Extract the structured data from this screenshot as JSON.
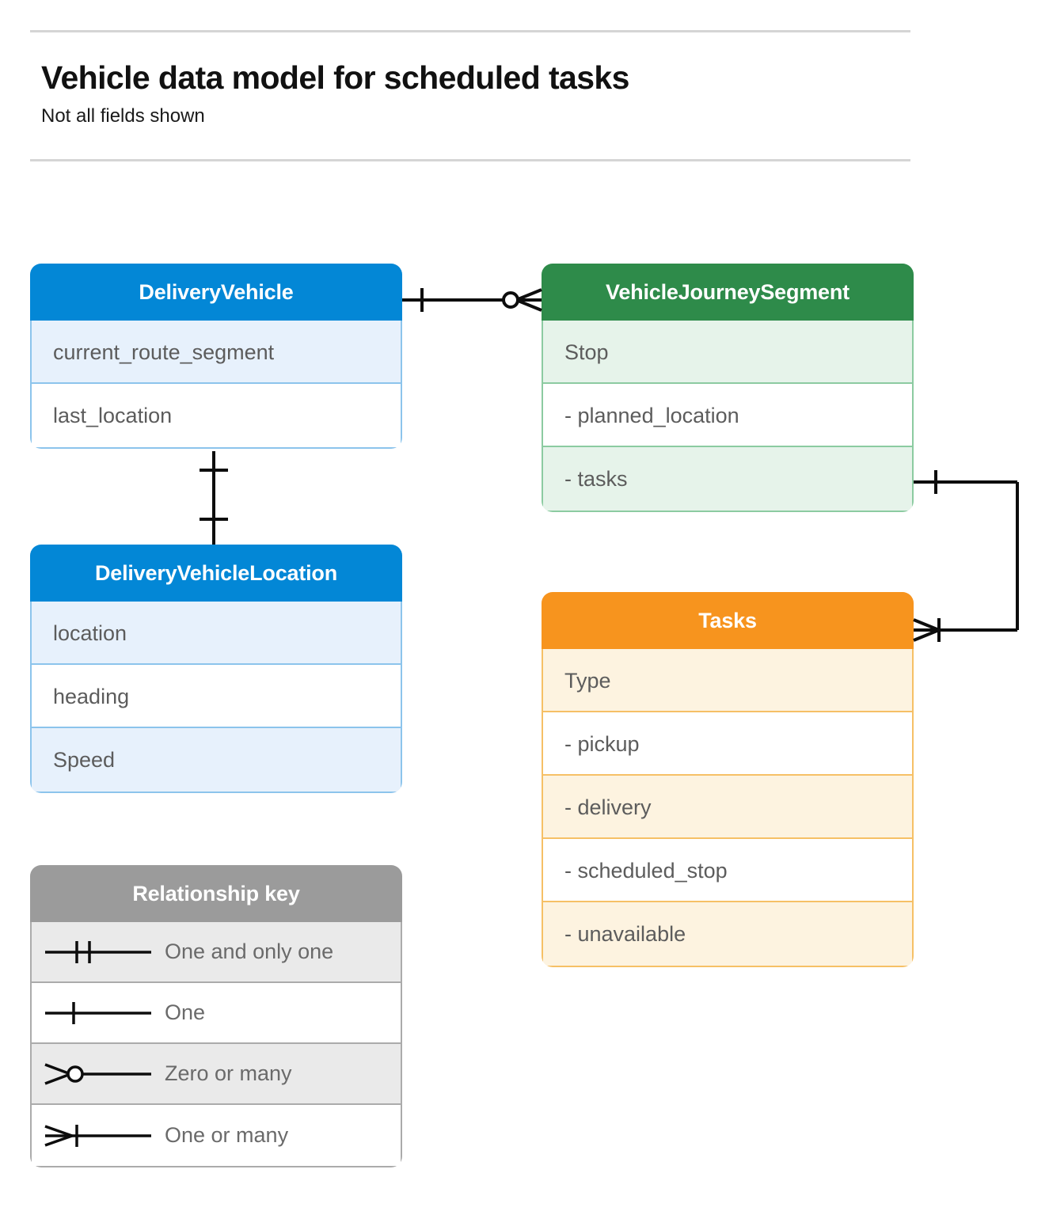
{
  "header": {
    "title": "Vehicle data model for scheduled tasks",
    "subtitle": "Not all fields shown"
  },
  "colors": {
    "blue_header": "#0387d6",
    "blue_row_alt": "#e7f1fc",
    "blue_border": "#8cc4ec",
    "green_header": "#2e8b4a",
    "green_row_alt": "#e6f3ea",
    "green_border": "#8ccba1",
    "orange_header": "#f7941e",
    "orange_row_alt": "#fdf3e0",
    "orange_border": "#f6c066",
    "gray_header": "#9b9b9b",
    "gray_row_alt": "#eaeaea",
    "gray_border": "#ababab",
    "connector": "#0d0d0d",
    "divider": "#d5d5d5",
    "row_text": "#5c5c5c"
  },
  "entities": [
    {
      "id": "delivery-vehicle",
      "name": "DeliveryVehicle",
      "color": "blue",
      "rows": [
        {
          "label": "current_route_segment"
        },
        {
          "label": "last_location"
        }
      ]
    },
    {
      "id": "vehicle-journey-segment",
      "name": "VehicleJourneySegment",
      "color": "green",
      "rows": [
        {
          "label": "Stop"
        },
        {
          "label": "-  planned_location"
        },
        {
          "label": "- tasks"
        }
      ]
    },
    {
      "id": "delivery-vehicle-location",
      "name": "DeliveryVehicleLocation",
      "color": "blue",
      "rows": [
        {
          "label": "location"
        },
        {
          "label": "heading"
        },
        {
          "label": "Speed"
        }
      ]
    },
    {
      "id": "tasks",
      "name": "Tasks",
      "color": "orange",
      "rows": [
        {
          "label": "Type"
        },
        {
          "label": "-  pickup"
        },
        {
          "label": "-  delivery"
        },
        {
          "label": "-  scheduled_stop"
        },
        {
          "label": "-  unavailable"
        }
      ]
    }
  ],
  "legend": {
    "title": "Relationship key",
    "items": [
      {
        "symbol": "one-and-only-one",
        "label": "One and only one"
      },
      {
        "symbol": "one",
        "label": "One"
      },
      {
        "symbol": "zero-or-many",
        "label": "Zero or many"
      },
      {
        "symbol": "one-or-many",
        "label": "One or many"
      }
    ]
  },
  "relationships": [
    {
      "id": "deliveryvehicle-to-vehiclejourneysegment",
      "from": "DeliveryVehicle",
      "to": "VehicleJourneySegment",
      "from_cardinality": "one",
      "to_cardinality": "zero-or-many"
    },
    {
      "id": "deliveryvehicle-to-deliveryvehiclelocation",
      "from": "DeliveryVehicle",
      "to": "DeliveryVehicleLocation",
      "from_cardinality": "one",
      "to_cardinality": "one"
    },
    {
      "id": "vehiclejourneysegment-tasks-to-tasks",
      "from": "VehicleJourneySegment.tasks",
      "to": "Tasks",
      "from_cardinality": "one",
      "to_cardinality": "one-or-many"
    }
  ]
}
